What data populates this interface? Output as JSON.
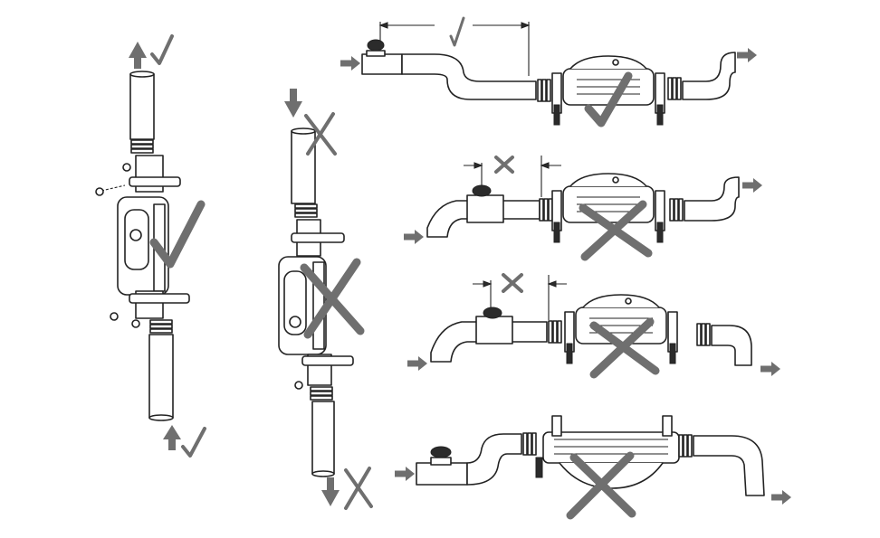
{
  "colors": {
    "line": "#222222",
    "mark": "#6f6f6f",
    "background": "#ffffff"
  },
  "installations": [
    {
      "id": "vertical-flow-up",
      "orientation": "vertical",
      "flow": "up",
      "status": "correct",
      "icon": "check-icon"
    },
    {
      "id": "vertical-flow-down",
      "orientation": "vertical",
      "flow": "down",
      "status": "incorrect",
      "icon": "cross-icon"
    },
    {
      "id": "horizontal-raised-loop",
      "orientation": "horizontal",
      "flow": "right",
      "status": "correct",
      "icon": "check-icon"
    },
    {
      "id": "horizontal-low-inlet-short",
      "orientation": "horizontal",
      "flow": "right",
      "status": "incorrect",
      "icon": "cross-icon"
    },
    {
      "id": "horizontal-low-inlet-long",
      "orientation": "horizontal",
      "flow": "right",
      "status": "incorrect",
      "icon": "cross-icon"
    },
    {
      "id": "horizontal-inverted",
      "orientation": "horizontal",
      "flow": "right",
      "status": "incorrect",
      "icon": "cross-icon"
    }
  ]
}
